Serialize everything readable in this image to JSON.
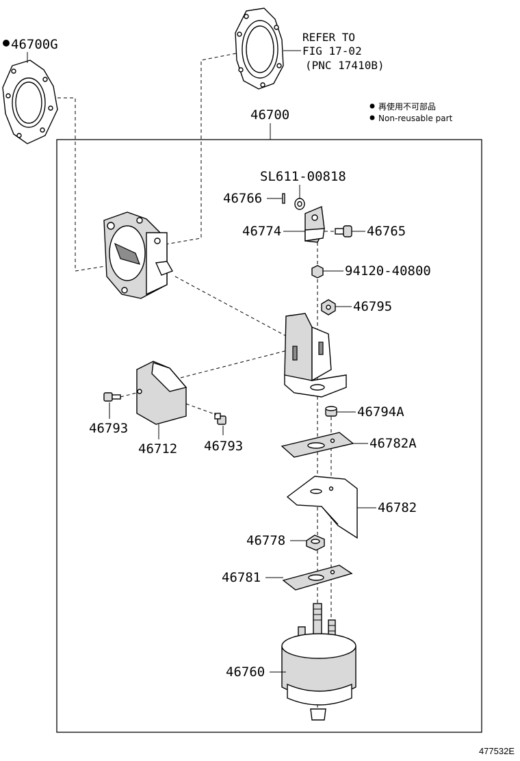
{
  "legend": {
    "row1": "再使用不可部品",
    "row2": "Non-reusable part"
  },
  "refer": {
    "line1": "REFER TO",
    "line2": "FIG 17-02",
    "line3": "(PNC 17410B)"
  },
  "diagram_code": "477532E",
  "parts": {
    "p46700G": "46700G",
    "p46700": "46700",
    "pSL611": "SL611-00818",
    "p46766": "46766",
    "p46774": "46774",
    "p46765": "46765",
    "p94120": "94120-40800",
    "p46795": "46795",
    "p46793a": "46793",
    "p46712": "46712",
    "p46793b": "46793",
    "p46794A": "46794A",
    "p46782A": "46782A",
    "p46782": "46782",
    "p46778": "46778",
    "p46781": "46781",
    "p46760": "46760"
  }
}
